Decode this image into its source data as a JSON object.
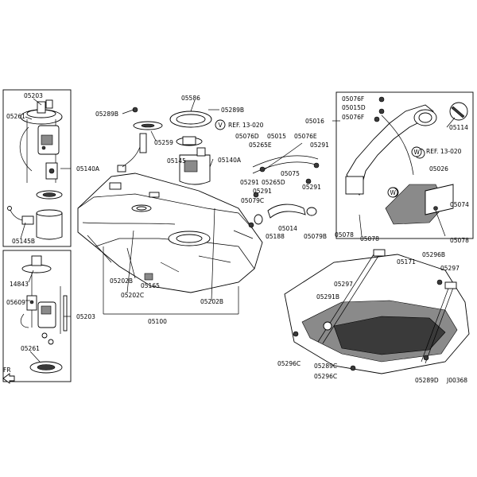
{
  "diagram_id": "J00368",
  "labels": {
    "l05203_top": "05203",
    "l05261_top": "05261",
    "l05140A_left": "05140A",
    "l05145B": "05145B",
    "l14843": "14843",
    "l05609": "05609",
    "l05203_bot": "05203",
    "l05261_bot": "05261",
    "fr": "FR",
    "l05289B_a": "05289B",
    "l05586": "05586",
    "l05289B_b": "05289B",
    "l05259": "05259",
    "l05145": "05145",
    "l05140A_mid": "05140A",
    "ref1": "REF. 13-020",
    "l05202B_a": "05202B",
    "l05202C": "05202C",
    "l05165": "05165",
    "l05202B_b": "05202B",
    "l05100": "05100",
    "l05076D": "05076D",
    "l05265E": "05265E",
    "l05015": "05015",
    "l05076E": "05076E",
    "l05291_a": "05291",
    "l05291_b": "05291",
    "l05075": "05075",
    "l05265D": "05265D",
    "l05291_c": "05291",
    "l05291_d": "05291",
    "l05079C": "05079C",
    "l05014": "05014",
    "l05188": "05188",
    "l05079B": "05079B",
    "l05016": "05016",
    "l05076F_a": "05076F",
    "l05015D": "05015D",
    "l05076F_b": "05076F",
    "l05114": "05114",
    "ref2": "REF. 13-020",
    "l05026": "05026",
    "l05074": "05074",
    "l05078_a": "05078",
    "l05078_b": "05078",
    "l05078_c": "05078",
    "l05171": "05171",
    "l05296B": "05296B",
    "l05297_a": "05297",
    "l05297_b": "05297",
    "l05291B": "05291B",
    "l05296C_a": "05296C",
    "l05289C": "05289C",
    "l05296C_b": "05296C",
    "l05289D": "05289D"
  },
  "callouts": {
    "v": "V",
    "w1": "W",
    "w2": "W"
  }
}
